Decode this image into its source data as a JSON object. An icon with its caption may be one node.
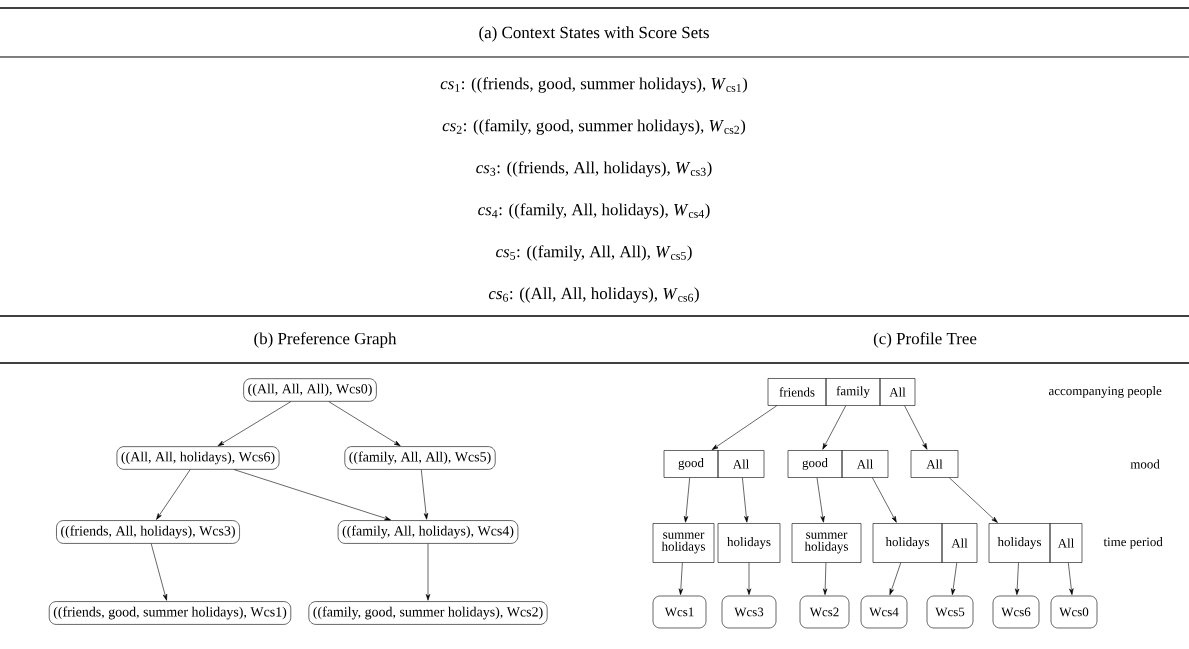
{
  "diagram": {
    "nodes": [
      {
        "text": [
          "((All, All, All), Wcs0)"
        ]
      },
      {
        "text": [
          "((All, All, holidays), Wcs6)"
        ]
      },
      {
        "text": [
          "((family, All, All), Wcs5)"
        ]
      },
      {
        "text": [
          "((friends, All, holidays), Wcs3)"
        ]
      },
      {
        "text": [
          "((family, All, holidays), Wcs4)"
        ]
      },
      {
        "text": [
          "((friends, good, summer holidays), Wcs1)"
        ]
      },
      {
        "text": [
          "((family, good, summer holidays), Wcs2)"
        ]
      },
      {
        "text": [
          "friends"
        ]
      },
      {
        "text": [
          "family"
        ]
      },
      {
        "text": [
          "All"
        ]
      },
      {
        "text": [
          "good"
        ]
      },
      {
        "text": [
          "All"
        ]
      },
      {
        "text": [
          "good"
        ]
      },
      {
        "text": [
          "All"
        ]
      },
      {
        "text": [
          "All"
        ]
      },
      {
        "text": [
          "summer holidays"
        ]
      },
      {
        "text": [
          "holidays"
        ]
      },
      {
        "text": [
          "summer holidays"
        ]
      },
      {
        "text": [
          "holidays"
        ]
      },
      {
        "text": [
          "All"
        ]
      },
      {
        "text": [
          "holidays"
        ]
      },
      {
        "text": [
          "All"
        ]
      },
      {
        "text": [
          "Wcs1"
        ]
      },
      {
        "text": [
          "Wcs3"
        ]
      },
      {
        "text": [
          "Wcs2"
        ]
      },
      {
        "text": [
          "Wcs4"
        ]
      },
      {
        "text": [
          "Wcs5"
        ]
      },
      {
        "text": [
          "Wcs6"
        ]
      },
      {
        "text": [
          "Wcs0"
        ]
      }
    ],
    "edges": [
      {
        "from": 0,
        "to": 1,
        "arrow": "to"
      },
      {
        "from": 0,
        "to": 2,
        "arrow": "to"
      },
      {
        "from": 1,
        "to": 3,
        "arrow": "to"
      },
      {
        "from": 1,
        "to": 4,
        "arrow": "to"
      },
      {
        "from": 2,
        "to": 4,
        "arrow": "to"
      },
      {
        "from": 3,
        "to": 5,
        "arrow": "to"
      },
      {
        "from": 4,
        "to": 6,
        "arrow": "to"
      },
      {
        "from": 7,
        "to": 10,
        "arrow": "to"
      },
      {
        "from": 8,
        "to": 12,
        "arrow": "to"
      },
      {
        "from": 9,
        "to": 14,
        "arrow": "to"
      },
      {
        "from": 10,
        "to": 15,
        "arrow": "to"
      },
      {
        "from": 11,
        "to": 16,
        "arrow": "to"
      },
      {
        "from": 12,
        "to": 17,
        "arrow": "to"
      },
      {
        "from": 13,
        "to": 18,
        "arrow": "to"
      },
      {
        "from": 14,
        "to": 20,
        "arrow": "to"
      },
      {
        "from": 15,
        "to": 22,
        "arrow": "to"
      },
      {
        "from": 16,
        "to": 23,
        "arrow": "to"
      },
      {
        "from": 17,
        "to": 24,
        "arrow": "to"
      },
      {
        "from": 18,
        "to": 25,
        "arrow": "to"
      },
      {
        "from": 19,
        "to": 26,
        "arrow": "to"
      },
      {
        "from": 20,
        "to": 27,
        "arrow": "to"
      },
      {
        "from": 21,
        "to": 28,
        "arrow": "to"
      }
    ],
    "labels": [
      "(a) Context States with Score Sets",
      "*cs*$_{1}$: ((friends, good, summer holidays), *W*$_{cs1}$)",
      "*cs*$_{2}$: ((family, good, summer holidays), *W*$_{cs2}$)",
      "*cs*$_{3}$: ((friends, All, holidays), *W*$_{cs3}$)",
      "*cs*$_{4}$: ((family, All, holidays), *W*$_{cs4}$)",
      "*cs*$_{5}$: ((family, All, All), *W*$_{cs5}$)",
      "*cs*$_{6}$: ((All, All, holidays), *W*$_{cs6}$)",
      "(b) Preference Graph",
      "(c) Profile Tree",
      "accompanying people",
      "mood",
      "time period"
    ]
  }
}
